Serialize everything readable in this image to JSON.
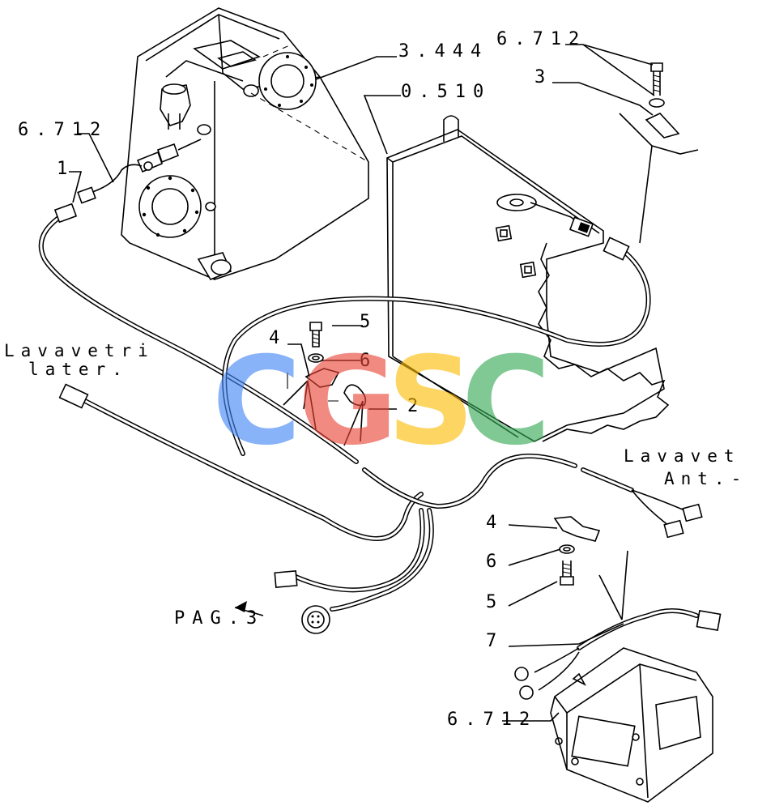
{
  "labels": {
    "tank_ref": "3.444",
    "box_ref": "0.510",
    "sensor_ref_top_right": "6.712",
    "bracket_top_right": "3",
    "sensor_ref_left": "6.712",
    "item_1": "1",
    "item_5_top": "5",
    "item_4_top": "4",
    "item_6_top": "6",
    "item_2": "2",
    "washer_lateral_line1": "Lavavetri",
    "washer_lateral_line2": "later.",
    "washer_front_line1": "Lavavet",
    "washer_front_line2": "Ant.-",
    "page_ref": "PAG.3",
    "item_4_bottom": "4",
    "item_6_bottom": "6",
    "item_5_bottom": "5",
    "item_7": "7",
    "sensor_ref_bottom": "6.712"
  },
  "watermark": {
    "letters": [
      "C",
      "G",
      "S",
      "C"
    ],
    "colors": [
      "#4285f4",
      "#ea4335",
      "#fbbc05",
      "#34a853"
    ]
  }
}
